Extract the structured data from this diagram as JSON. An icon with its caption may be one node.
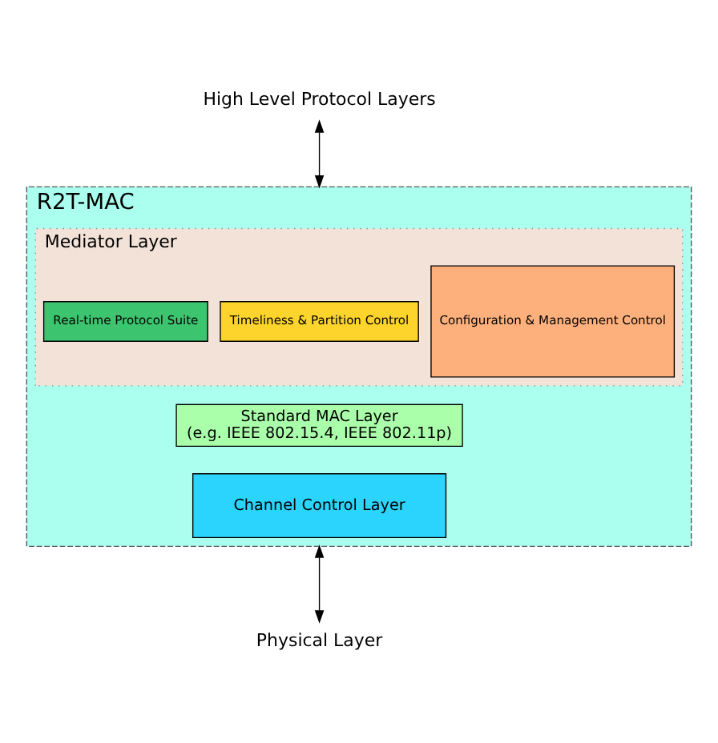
{
  "diagram": {
    "nodes": [
      {
        "text": [
          "High Level Protocol Layers"
        ]
      },
      {
        "text": [
          "R2T-MAC"
        ]
      },
      {
        "text": [
          "Mediator Layer"
        ],
        "in": 1
      },
      {
        "text": [
          "Real-time Protocol Suite"
        ],
        "in": 2
      },
      {
        "text": [
          "Timeliness & Partition Control"
        ],
        "in": 2
      },
      {
        "text": [
          "Configuration & Management Control"
        ],
        "in": 2
      },
      {
        "text": [
          "Standard MAC Layer",
          "(e.g. IEEE 802.15.4, IEEE 802.11p)"
        ],
        "in": 1
      },
      {
        "text": [
          "Channel Control Layer"
        ],
        "in": 1
      },
      {
        "text": [
          "Physical Layer"
        ]
      }
    ],
    "edges": [
      {
        "from": 0,
        "to": 1,
        "arrow": "both"
      },
      {
        "from": 1,
        "to": 8,
        "arrow": "both"
      }
    ]
  }
}
